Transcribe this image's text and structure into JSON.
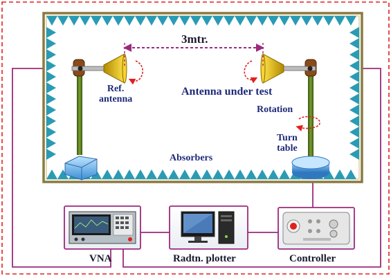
{
  "labels": {
    "distance": "3mtr.",
    "ref_antenna_line1": "Ref.",
    "ref_antenna_line2": "antenna",
    "aut": "Antenna under test",
    "rotation": "Rotation",
    "turn_table_line1": "Turn",
    "turn_table_line2": "table",
    "absorbers": "Absorbers",
    "vna": "VNA",
    "plotter": "Radtn. plotter",
    "controller": "Controller"
  },
  "colors": {
    "outer_dashed_border": "#e02020",
    "chamber_border": "#8a7a40",
    "absorber": "#2a9bb5",
    "cable": "#9c2a7c",
    "distance_arrow": "#9c2a7c",
    "rotation_arrow": "#e02020",
    "label_text": "#1e2a78",
    "antenna_horn": "#e8c000",
    "mast": "#4e6e1c",
    "turntable": "#4a90c8"
  },
  "icons": {
    "ref_antenna": "horn-antenna-icon",
    "aut": "horn-antenna-icon",
    "vna": "network-analyzer-icon",
    "plotter": "desktop-computer-icon",
    "controller": "controller-panel-icon"
  }
}
